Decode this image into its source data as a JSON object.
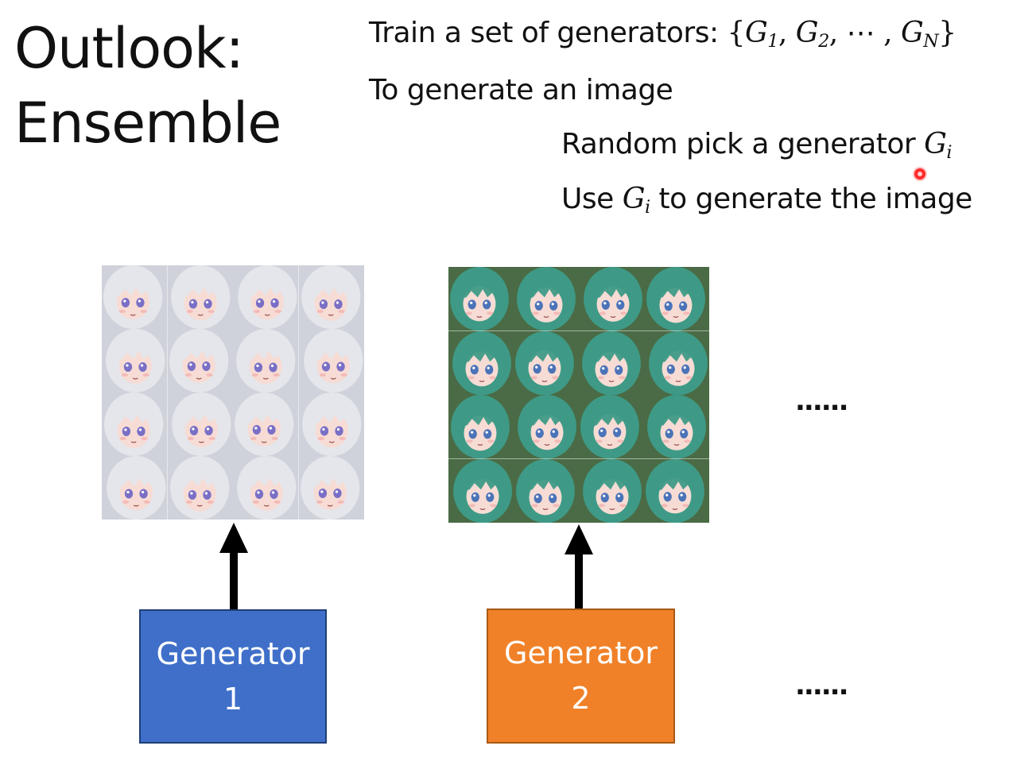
{
  "title": {
    "line1": "Outlook:",
    "line2": "Ensemble"
  },
  "text": {
    "train_prefix": "Train a set of generators: ",
    "train_set": {
      "open": "{",
      "g1": "G",
      "g1_sub": "1",
      "g2": "G",
      "g2_sub": "2",
      "dots": "⋯",
      "gn": "G",
      "gn_sub": "N",
      "close": "}"
    },
    "to_generate": "To generate an image",
    "random_pick": "Random pick a generator ",
    "gi": "G",
    "gi_sub": "i",
    "use_prefix": "Use ",
    "use_suffix": " to generate the image"
  },
  "generators": [
    {
      "label_line1": "Generator",
      "label_line2": "1",
      "color": "#3f6fc9"
    },
    {
      "label_line1": "Generator",
      "label_line2": "2",
      "color": "#f08128"
    }
  ],
  "ellipsis": {
    "images": "......",
    "boxes": "......"
  },
  "colors": {
    "generator_1": "#3f6fc9",
    "generator_2": "#f08128",
    "pointer": "#ff2a2a"
  },
  "image_grids": [
    {
      "name": "generator-1-samples",
      "hair_color": "#e4e6ec",
      "bg_color": "#cfd2da",
      "eye_color": "#7a6fc6",
      "rows": 4,
      "cols": 4
    },
    {
      "name": "generator-2-samples",
      "hair_color": "#3e9a86",
      "bg_color": "#4a6b45",
      "eye_color": "#4b73b8",
      "rows": 4,
      "cols": 4
    }
  ]
}
